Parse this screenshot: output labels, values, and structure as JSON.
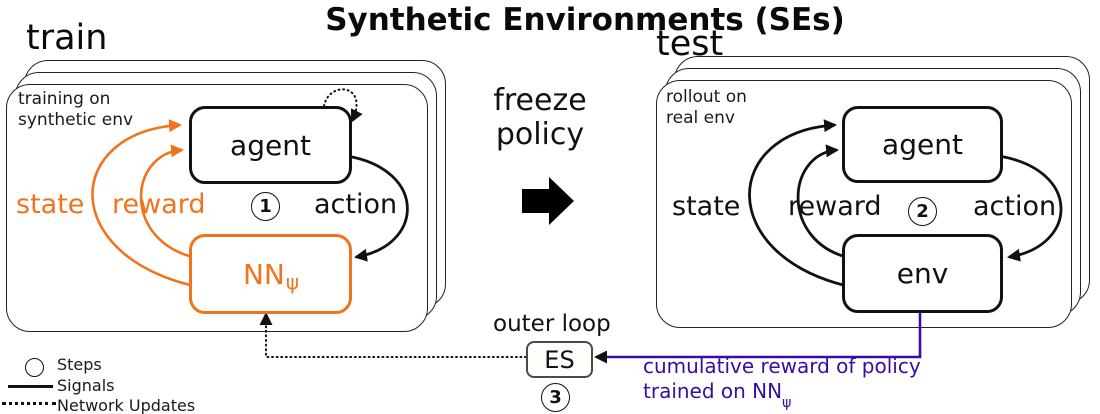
{
  "title": "Synthetic Environments (SEs)",
  "colors": {
    "orange": "#f0741d",
    "indigo": "#3a0ca3"
  },
  "train": {
    "heading": "train",
    "note_line1": "training on",
    "note_line2": "synthetic env",
    "agent": "agent",
    "nn": "NN",
    "nn_sub": "ψ",
    "state": "state",
    "reward": "reward",
    "action": "action",
    "step": "1"
  },
  "test": {
    "heading": "test",
    "note_line1": "rollout on",
    "note_line2": "real env",
    "agent": "agent",
    "env": "env",
    "state": "state",
    "reward": "reward",
    "action": "action",
    "step": "2"
  },
  "transition": {
    "line1": "freeze",
    "line2": "policy"
  },
  "outer": {
    "label": "outer loop",
    "es": "ES",
    "step": "3",
    "feedback_line1": "cumulative reward of policy",
    "feedback_line2": "trained on NN",
    "feedback_sub": "ψ"
  },
  "legend": {
    "steps": "Steps",
    "signals": "Signals",
    "network_updates": "Network Updates"
  }
}
